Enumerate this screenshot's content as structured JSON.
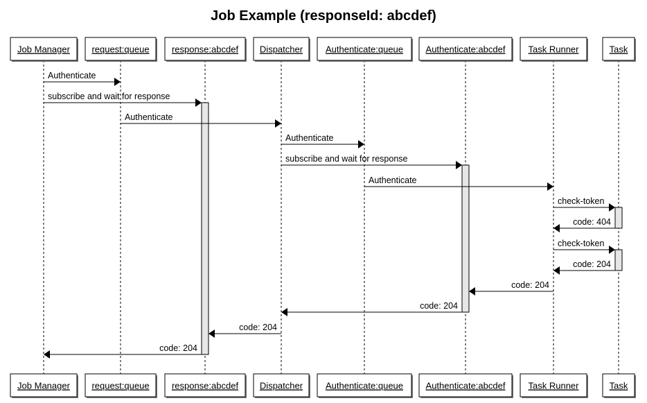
{
  "title": "Job Example (responseId: abcdef)",
  "participants": [
    {
      "id": "job-manager",
      "label": "Job Manager"
    },
    {
      "id": "request-queue",
      "label": "request:queue"
    },
    {
      "id": "response-abcdef",
      "label": "response:abcdef"
    },
    {
      "id": "dispatcher",
      "label": "Dispatcher"
    },
    {
      "id": "authenticate-queue",
      "label": "Authenticate:queue"
    },
    {
      "id": "authenticate-abcdef",
      "label": "Authenticate:abcdef"
    },
    {
      "id": "task-runner",
      "label": "Task Runner"
    },
    {
      "id": "task",
      "label": "Task"
    }
  ],
  "messages": [
    {
      "from": 0,
      "to": 1,
      "label": "Authenticate"
    },
    {
      "from": 0,
      "to": 2,
      "label": "subscribe and wait for response"
    },
    {
      "from": 1,
      "to": 3,
      "label": "Authenticate"
    },
    {
      "from": 3,
      "to": 4,
      "label": "Authenticate"
    },
    {
      "from": 3,
      "to": 5,
      "label": "subscribe and wait for response"
    },
    {
      "from": 4,
      "to": 6,
      "label": "Authenticate"
    },
    {
      "from": 6,
      "to": 7,
      "label": "check-token"
    },
    {
      "from": 7,
      "to": 6,
      "label": "code: 404"
    },
    {
      "from": 6,
      "to": 7,
      "label": "check-token"
    },
    {
      "from": 7,
      "to": 6,
      "label": "code: 204"
    },
    {
      "from": 6,
      "to": 5,
      "label": "code: 204"
    },
    {
      "from": 5,
      "to": 3,
      "label": "code: 204"
    },
    {
      "from": 3,
      "to": 2,
      "label": "code: 204"
    },
    {
      "from": 2,
      "to": 0,
      "label": "code: 204"
    }
  ],
  "activations": [
    {
      "participant": 2,
      "from_message": 1,
      "to_message": 13
    },
    {
      "participant": 5,
      "from_message": 4,
      "to_message": 11
    },
    {
      "participant": 7,
      "from_message": 6,
      "to_message": 7
    },
    {
      "participant": 7,
      "from_message": 8,
      "to_message": 9
    }
  ]
}
